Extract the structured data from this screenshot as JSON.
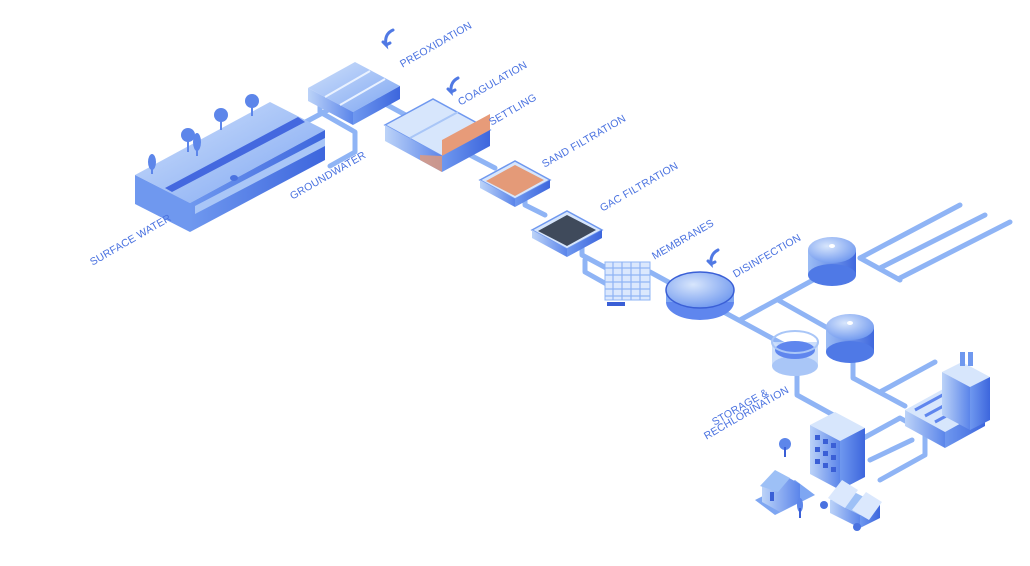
{
  "diagram": {
    "title": "Water treatment process",
    "colors": {
      "pipe": "#8fb4f5",
      "pipe_dark": "#5f86ee",
      "label": "#4a72e0",
      "block_top": "#9dc0f6",
      "block_side": "#4f79e6",
      "block_front": "#6e97ef",
      "sand": "#e49a78",
      "gac": "#3f4a5b",
      "white": "#ffffff"
    },
    "labels": {
      "surface_water": "SURFACE WATER",
      "groundwater": "GROUNDWATER",
      "preoxidation": "PREOXIDATION",
      "coagulation": "COAGULATION",
      "settling": "SETTLING",
      "sand_filtration": "SAND FILTRATION",
      "gac_filtration": "GAC FILTRATION",
      "membranes": "MEMBRANES",
      "disinfection": "DISINFECTION",
      "storage_line1": "STORAGE &",
      "storage_line2": "RECHLORINATION"
    },
    "stages": [
      "Surface water",
      "Groundwater",
      "Preoxidation",
      "Coagulation",
      "Settling",
      "Sand filtration",
      "GAC filtration",
      "Membranes",
      "Disinfection",
      "Storage & rechlorination",
      "Distribution"
    ],
    "consumers": [
      "Residential houses",
      "Apartment building",
      "Industrial facility",
      "Distribution network"
    ]
  }
}
